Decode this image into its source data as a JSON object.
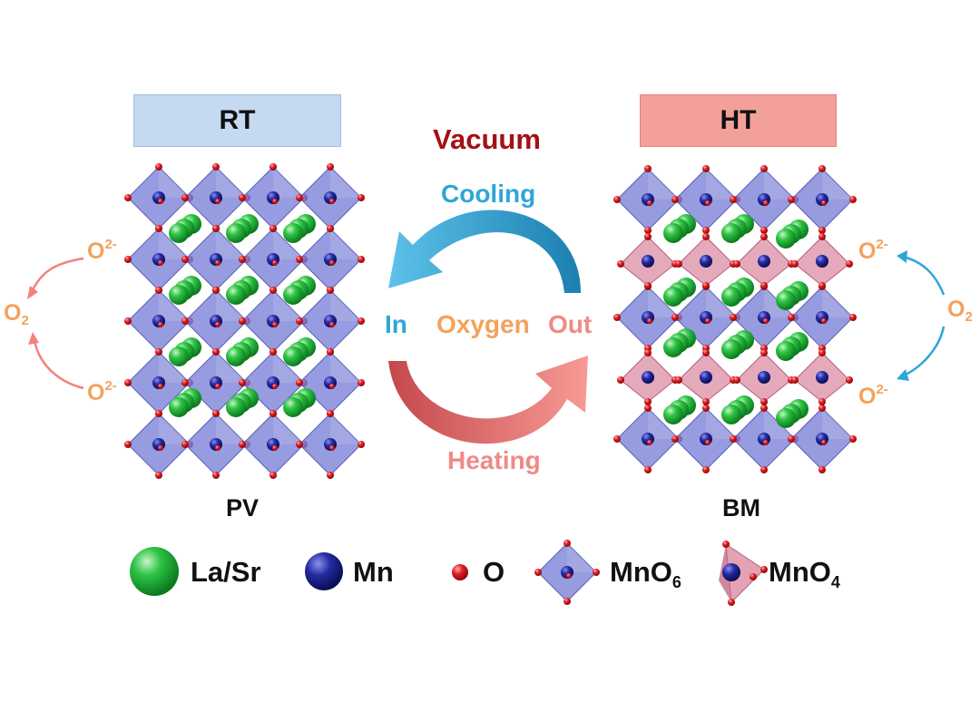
{
  "boxes": {
    "rt": "RT",
    "ht": "HT"
  },
  "center": {
    "vacuum": "Vacuum",
    "cooling": "Cooling",
    "heating": "Heating",
    "in": "In",
    "oxygen": "Oxygen",
    "out": "Out"
  },
  "phases": {
    "left": "PV",
    "right": "BM"
  },
  "left_side": {
    "o_ion_top": "O",
    "o_ion_top_charge": "2-",
    "o2": "O",
    "o2_sub": "2",
    "o_ion_bottom": "O",
    "o_ion_bottom_charge": "2-"
  },
  "right_side": {
    "o_ion_top": "O",
    "o_ion_top_charge": "2-",
    "o2": "O",
    "o2_sub": "2",
    "o_ion_bottom": "O",
    "o_ion_bottom_charge": "2-"
  },
  "legend": {
    "la_sr": "La/Sr",
    "mn": "Mn",
    "o": "O",
    "mno6": "MnO",
    "mno6_sub": "6",
    "mno4": "MnO",
    "mno4_sub": "4"
  },
  "colors": {
    "la_sr": "#1fb33a",
    "mn": "#1a1f8f",
    "o": "#d8161c",
    "octahedron": "#7a7fd6",
    "tetrahedron": "#d9849c",
    "cooling_arrow": "#2ea6d8",
    "heating_arrow": "#f08a86",
    "oxygen_label": "#f3a25d",
    "vacuum": "#a50f16",
    "rt_box": "#c5d9f1",
    "ht_box": "#f4a09a"
  }
}
